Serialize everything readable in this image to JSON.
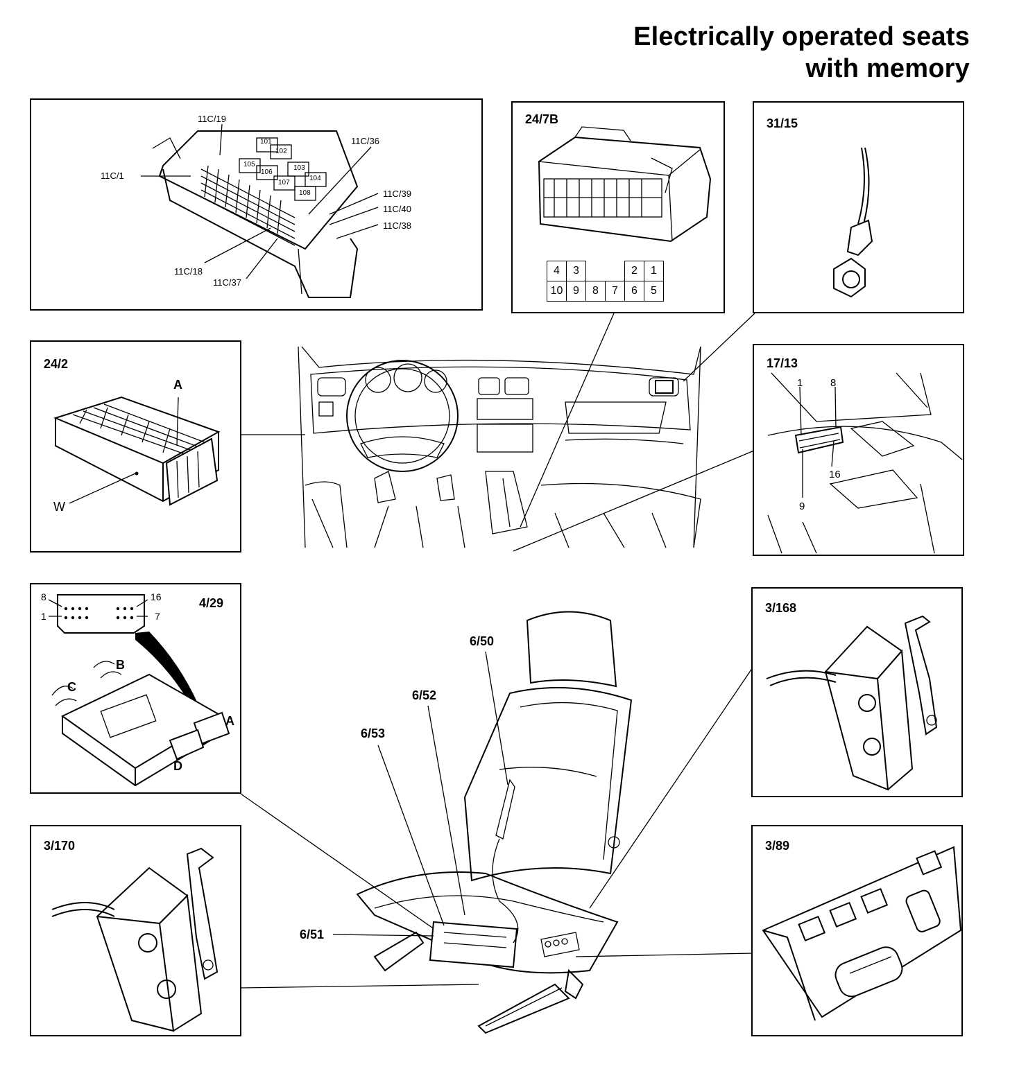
{
  "title": {
    "line1": "Electrically operated seats",
    "line2": "with memory"
  },
  "panels": {
    "fuse_box": {
      "labels": [
        "11C/19",
        "11C/36",
        "11C/1",
        "11C/39",
        "11C/40",
        "11C/38",
        "11C/18",
        "11C/37"
      ],
      "relays": [
        "101",
        "102",
        "103",
        "104",
        "105",
        "106",
        "107",
        "108"
      ]
    },
    "connector_24_7b": {
      "label": "24/7B",
      "pin_row1": [
        "4",
        "3",
        "",
        "",
        "2",
        "1"
      ],
      "pin_row2": [
        "10",
        "9",
        "8",
        "7",
        "6",
        "5"
      ]
    },
    "ground_31_15": {
      "label": "31/15"
    },
    "module_24_2": {
      "label": "24/2",
      "marker_a": "A",
      "marker_w": "W"
    },
    "diag_17_13": {
      "label": "17/13",
      "pins": [
        "1",
        "8",
        "9",
        "16"
      ]
    },
    "unit_4_29": {
      "label": "4/29",
      "pins": [
        "8",
        "16",
        "1",
        "7"
      ],
      "connectors": [
        "A",
        "B",
        "C",
        "D"
      ]
    },
    "switch_3_168": {
      "label": "3/168"
    },
    "switch_3_170": {
      "label": "3/170"
    },
    "switch_3_89": {
      "label": "3/89"
    },
    "seat": {
      "labels": [
        "6/50",
        "6/52",
        "6/53",
        "6/51"
      ]
    }
  }
}
